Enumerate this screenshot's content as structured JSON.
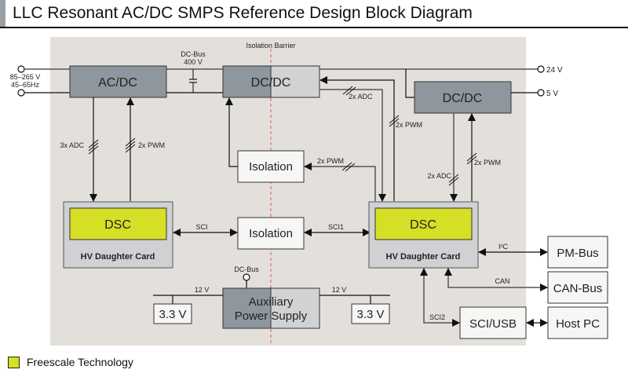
{
  "title": "LLC Resonant AC/DC SMPS Reference Design Block Diagram",
  "colors": {
    "background_panel": "#e3e0dc",
    "primary_block": "#8e979e",
    "secondary_block": "#d0d2d4",
    "isolation_block": "#f6f6f5",
    "dsc_block": "#d4df25",
    "daughter_card": "#cfd1d3",
    "barrier_line": "#d9586a"
  },
  "labels": {
    "isolation_barrier": "Isolation Barrier",
    "input_voltage": "85–265 V",
    "input_freq": "45–65Hz",
    "dc_bus": "DC-Bus",
    "dc_bus_voltage": "400 V",
    "out_24v": "24 V",
    "out_5v": "5 V",
    "adc_3x": "3x ADC",
    "pwm_2x": "2x PWM",
    "adc_2x": "2x ADC",
    "sci": "SCI",
    "sci1": "SCI1",
    "sci2": "SCI2",
    "i2c": "I²C",
    "can": "CAN",
    "aux_dcbus": "DC-Bus",
    "v12": "12 V"
  },
  "blocks": {
    "acdc": "AC/DC",
    "dcdc_main": "DC/DC",
    "dcdc_secondary": "DC/DC",
    "isolation_pwm": "Isolation",
    "isolation_sci": "Isolation",
    "dsc_left": "DSC",
    "card_left": "HV Daughter Card",
    "dsc_right": "DSC",
    "card_right": "HV Daughter Card",
    "aux_line1": "Auxiliary",
    "aux_line2": "Power Supply",
    "v33_left": "3.3 V",
    "v33_right": "3.3 V",
    "pmbus": "PM-Bus",
    "canbus": "CAN-Bus",
    "sciusb": "SCI/USB",
    "hostpc": "Host PC"
  },
  "legend": {
    "label": "Freescale Technology"
  }
}
